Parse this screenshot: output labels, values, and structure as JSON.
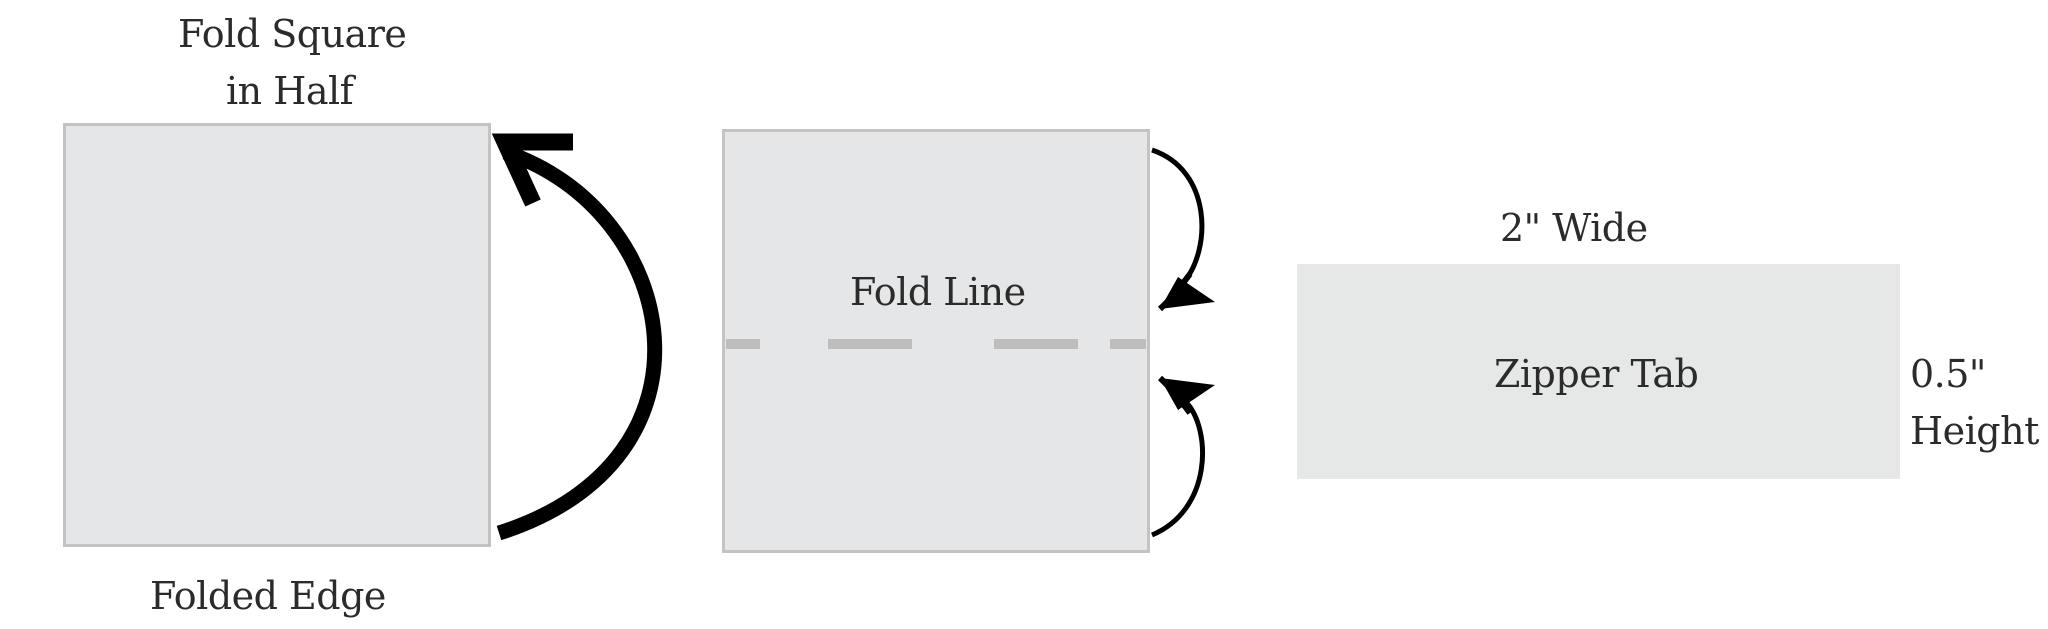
{
  "panel1": {
    "title_line1": "Fold Square",
    "title_line2": "in Half",
    "bottom_label": "Folded Edge"
  },
  "panel2": {
    "fold_line_label": "Fold Line"
  },
  "panel3": {
    "width_label": "2\" Wide",
    "tab_label": "Zipper Tab",
    "height_line1": "0.5\"",
    "height_line2": "Height"
  },
  "colors": {
    "square_fill": "#e5e6e7",
    "square_border": "#c3c3c3",
    "fold_dash": "#bdbdbd",
    "arrow": "#000000",
    "text": "#2b2b2b"
  }
}
